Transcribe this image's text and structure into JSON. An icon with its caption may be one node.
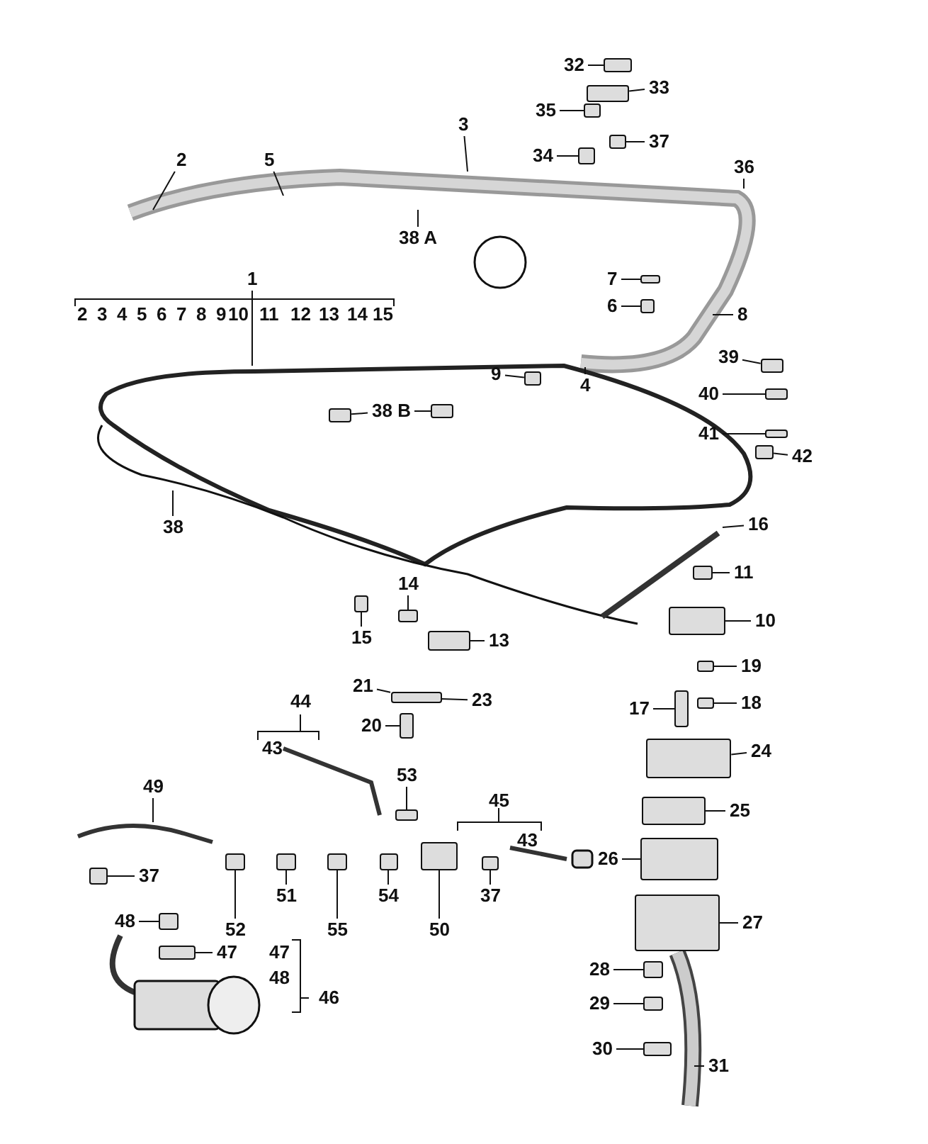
{
  "diagram": {
    "nodes": [
      {
        "text": [
          "32"
        ]
      },
      {
        "text": [
          "33"
        ]
      },
      {
        "text": [
          "35"
        ]
      },
      {
        "text": [
          "3"
        ]
      },
      {
        "text": [
          "37"
        ]
      },
      {
        "text": [
          "34"
        ]
      },
      {
        "text": [
          "2"
        ]
      },
      {
        "text": [
          "5"
        ]
      },
      {
        "text": [
          "36"
        ]
      },
      {
        "text": [
          "38 A"
        ]
      },
      {
        "text": [
          "1"
        ]
      },
      {
        "text": [
          "7"
        ]
      },
      {
        "text": [
          "6"
        ]
      },
      {
        "text": [
          "8"
        ]
      },
      {
        "text": [
          "39"
        ]
      },
      {
        "text": [
          "9"
        ]
      },
      {
        "text": [
          "4"
        ]
      },
      {
        "text": [
          "40"
        ]
      },
      {
        "text": [
          "38 B"
        ]
      },
      {
        "text": [
          "41"
        ]
      },
      {
        "text": [
          "42"
        ]
      },
      {
        "text": [
          "38"
        ]
      },
      {
        "text": [
          "16"
        ]
      },
      {
        "text": [
          "14"
        ]
      },
      {
        "text": [
          "11"
        ]
      },
      {
        "text": [
          "10"
        ]
      },
      {
        "text": [
          "15"
        ]
      },
      {
        "text": [
          "13"
        ]
      },
      {
        "text": [
          "19"
        ]
      },
      {
        "text": [
          "18"
        ]
      },
      {
        "text": [
          "21"
        ]
      },
      {
        "text": [
          "23"
        ]
      },
      {
        "text": [
          "17"
        ]
      },
      {
        "text": [
          "20"
        ]
      },
      {
        "text": [
          "24"
        ]
      },
      {
        "text": [
          "49"
        ]
      },
      {
        "text": [
          "53"
        ]
      },
      {
        "text": [
          "25"
        ]
      },
      {
        "text": [
          "26"
        ]
      },
      {
        "text": [
          "37"
        ]
      },
      {
        "text": [
          "51"
        ]
      },
      {
        "text": [
          "52"
        ]
      },
      {
        "text": [
          "54"
        ]
      },
      {
        "text": [
          "55"
        ]
      },
      {
        "text": [
          "50"
        ]
      },
      {
        "text": [
          "37"
        ]
      },
      {
        "text": [
          "27"
        ]
      },
      {
        "text": [
          "48"
        ]
      },
      {
        "text": [
          "47"
        ]
      },
      {
        "text": [
          "28"
        ]
      },
      {
        "text": [
          "29"
        ]
      },
      {
        "text": [
          "30"
        ]
      },
      {
        "text": [
          "31"
        ]
      },
      {
        "text": [],
        "shape": "box"
      },
      {
        "text": [],
        "shape": "box"
      },
      {
        "text": [],
        "shape": "box"
      },
      {
        "text": [],
        "shape": "box"
      },
      {
        "text": [],
        "shape": "box"
      },
      {
        "text": [],
        "shape": "box"
      },
      {
        "text": [],
        "shape": "box"
      },
      {
        "text": [],
        "shape": "box"
      },
      {
        "text": [],
        "shape": "box"
      },
      {
        "text": [],
        "shape": "box"
      },
      {
        "text": [],
        "shape": "box"
      },
      {
        "text": [],
        "shape": "box"
      },
      {
        "text": [],
        "shape": "box"
      },
      {
        "text": [],
        "shape": "box"
      },
      {
        "text": [],
        "shape": "box"
      },
      {
        "text": [],
        "shape": "box"
      },
      {
        "text": [],
        "shape": "box"
      },
      {
        "text": [],
        "shape": "box"
      },
      {
        "text": [],
        "shape": "box"
      },
      {
        "text": [],
        "shape": "box"
      },
      {
        "text": [],
        "shape": "box"
      },
      {
        "text": [],
        "shape": "box"
      },
      {
        "text": [],
        "shape": "box"
      },
      {
        "text": [],
        "shape": "box"
      },
      {
        "text": [],
        "shape": "box"
      },
      {
        "text": [],
        "shape": "box"
      },
      {
        "text": [],
        "shape": "box"
      },
      {
        "text": [],
        "shape": "box"
      },
      {
        "text": [],
        "shape": "box"
      },
      {
        "text": [],
        "shape": "box"
      },
      {
        "text": [],
        "shape": "box"
      },
      {
        "text": [],
        "shape": "box"
      },
      {
        "text": [],
        "shape": "box"
      },
      {
        "text": [],
        "shape": "box"
      },
      {
        "text": [],
        "shape": "box"
      },
      {
        "text": [],
        "shape": "box"
      },
      {
        "text": [],
        "shape": "box"
      },
      {
        "text": [],
        "shape": "box"
      },
      {
        "text": [],
        "shape": "box"
      },
      {
        "text": [],
        "shape": "box"
      },
      {
        "text": [],
        "shape": "box"
      }
    ],
    "edges": [
      {
        "from": 0,
        "to": 53,
        "arrow": "none"
      },
      {
        "from": 1,
        "to": 54,
        "arrow": "none"
      },
      {
        "from": 2,
        "to": 55,
        "arrow": "none"
      },
      {
        "from": 3,
        "to": null,
        "arrow": "none"
      },
      {
        "from": 4,
        "to": 56,
        "arrow": "none"
      },
      {
        "from": 5,
        "to": 57,
        "arrow": "none"
      },
      {
        "from": 6,
        "to": null,
        "arrow": "none"
      },
      {
        "from": 7,
        "to": null,
        "arrow": "none"
      },
      {
        "from": 8,
        "to": null,
        "arrow": "none"
      },
      {
        "from": 9,
        "to": null,
        "arrow": "none"
      },
      {
        "from": 10,
        "to": null,
        "arrow": "none"
      },
      {
        "from": 11,
        "to": 58,
        "arrow": "none"
      },
      {
        "from": 12,
        "to": 59,
        "arrow": "none"
      },
      {
        "from": 13,
        "to": null,
        "arrow": "none"
      },
      {
        "from": 14,
        "to": 60,
        "arrow": "none"
      },
      {
        "from": 15,
        "to": 61,
        "arrow": "none"
      },
      {
        "from": 16,
        "to": null,
        "arrow": "none"
      },
      {
        "from": 17,
        "to": 62,
        "arrow": "none"
      },
      {
        "from": 18,
        "to": 63,
        "arrow": "none"
      },
      {
        "from": 18,
        "to": 64,
        "arrow": "none"
      },
      {
        "from": 19,
        "to": 65,
        "arrow": "none"
      },
      {
        "from": 20,
        "to": 66,
        "arrow": "none"
      },
      {
        "from": 21,
        "to": null,
        "arrow": "none"
      },
      {
        "from": 22,
        "to": null,
        "arrow": "none"
      },
      {
        "from": 23,
        "to": 67,
        "arrow": "none"
      },
      {
        "from": 24,
        "to": 68,
        "arrow": "none"
      },
      {
        "from": 25,
        "to": 69,
        "arrow": "none"
      },
      {
        "from": 26,
        "to": 70,
        "arrow": "none"
      },
      {
        "from": 27,
        "to": 71,
        "arrow": "none"
      },
      {
        "from": 28,
        "to": 72,
        "arrow": "none"
      },
      {
        "from": 29,
        "to": 73,
        "arrow": "none"
      },
      {
        "from": 30,
        "to": 74,
        "arrow": "none"
      },
      {
        "from": 31,
        "to": 74,
        "arrow": "none"
      },
      {
        "from": 32,
        "to": 75,
        "arrow": "none"
      },
      {
        "from": 33,
        "to": 76,
        "arrow": "none"
      },
      {
        "from": 34,
        "to": 77,
        "arrow": "none"
      },
      {
        "from": 35,
        "to": null,
        "arrow": "none"
      },
      {
        "from": 36,
        "to": 78,
        "arrow": "none"
      },
      {
        "from": 37,
        "to": 79,
        "arrow": "none"
      },
      {
        "from": 38,
        "to": 80,
        "arrow": "none"
      },
      {
        "from": 39,
        "to": 81,
        "arrow": "none"
      },
      {
        "from": 40,
        "to": 82,
        "arrow": "none"
      },
      {
        "from": 41,
        "to": 83,
        "arrow": "none"
      },
      {
        "from": 42,
        "to": 84,
        "arrow": "none"
      },
      {
        "from": 43,
        "to": 85,
        "arrow": "none"
      },
      {
        "from": 44,
        "to": 86,
        "arrow": "none"
      },
      {
        "from": 45,
        "to": 87,
        "arrow": "none"
      },
      {
        "from": 46,
        "to": 88,
        "arrow": "none"
      },
      {
        "from": 47,
        "to": 89,
        "arrow": "none"
      },
      {
        "from": 48,
        "to": 90,
        "arrow": "none"
      },
      {
        "from": 49,
        "to": 91,
        "arrow": "none"
      },
      {
        "from": 50,
        "to": 92,
        "arrow": "none"
      },
      {
        "from": 51,
        "to": 93,
        "arrow": "none"
      },
      {
        "from": 52,
        "to": null,
        "arrow": "none"
      }
    ],
    "labels": [
      "2",
      "3",
      "4",
      "5",
      "6",
      "7",
      "8",
      "9",
      "10",
      "11",
      "12",
      "13",
      "14",
      "15",
      "44",
      "43",
      "45",
      "43",
      "47",
      "48",
      "46"
    ]
  }
}
